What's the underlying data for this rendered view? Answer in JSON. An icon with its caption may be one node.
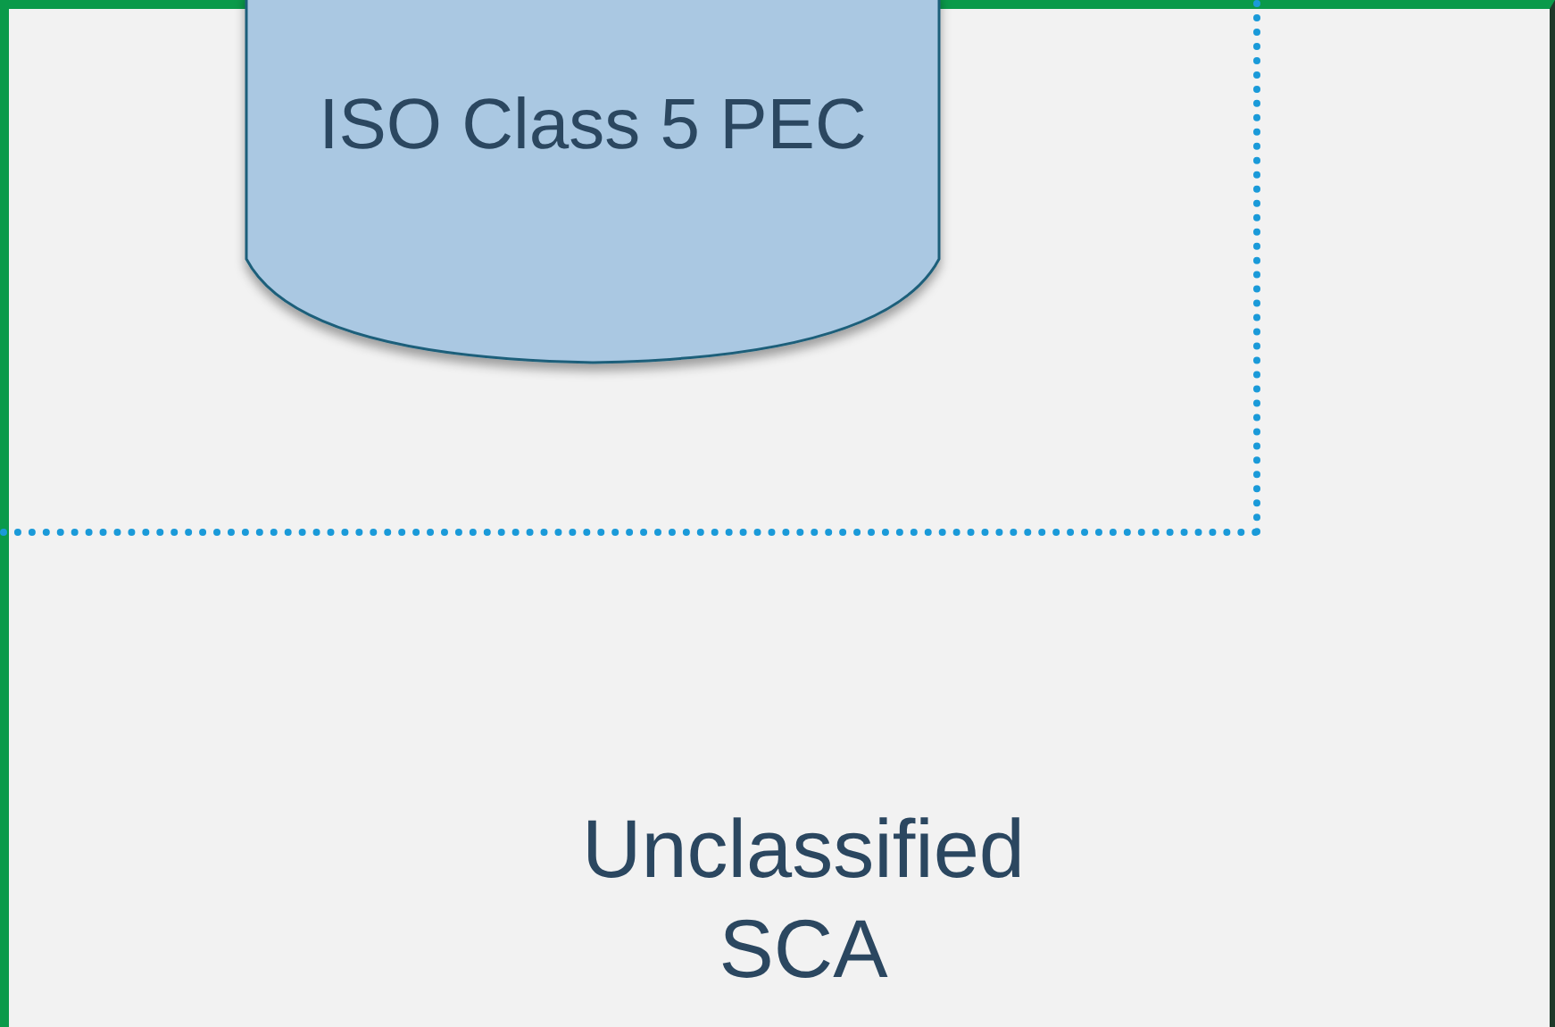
{
  "diagram": {
    "nodes": [
      {
        "text": [
          "Unclassified SCA"
        ]
      },
      {
        "text": [],
        "shape": "box",
        "in": 0
      },
      {
        "text": [
          "ISO Class 5 PEC"
        ],
        "in": 1
      }
    ]
  }
}
